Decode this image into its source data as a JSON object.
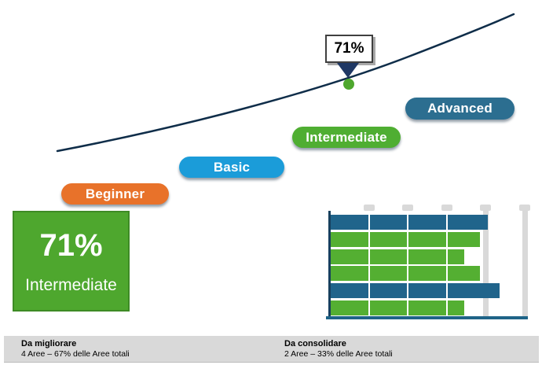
{
  "maturity_levels": [
    {
      "label": "Beginner",
      "color": "#E8722A"
    },
    {
      "label": "Basic",
      "color": "#1B9CD9"
    },
    {
      "label": "Intermediate",
      "color": "#4FAE32"
    },
    {
      "label": "Advanced",
      "color": "#2C6E90"
    }
  ],
  "callout": {
    "value": "71%"
  },
  "marker": {
    "color": "#4EA72E"
  },
  "score_card": {
    "percent": "71%",
    "level": "Intermediate",
    "bg": "#4EA72E"
  },
  "chart_data": {
    "type": "bar",
    "orientation": "horizontal",
    "title": "",
    "xlabel": "",
    "ylabel": "",
    "xlim": [
      0,
      100
    ],
    "x_ticks": [
      20,
      40,
      60,
      80,
      100
    ],
    "grid": true,
    "bars": [
      {
        "value": 81,
        "color": "#20648B"
      },
      {
        "value": 77,
        "color": "#54AF32"
      },
      {
        "value": 69,
        "color": "#54AF32"
      },
      {
        "value": 77,
        "color": "#54AF32"
      },
      {
        "value": 87,
        "color": "#20648B"
      },
      {
        "value": 69,
        "color": "#54AF32"
      }
    ]
  },
  "line": {
    "color": "#0F2D49"
  },
  "footer": {
    "left": {
      "title": "Da migliorare",
      "subtitle": "4 Aree – 67% delle Aree totali"
    },
    "right": {
      "title": "Da consolidare",
      "subtitle": "2 Aree – 33% delle Aree totali"
    }
  }
}
